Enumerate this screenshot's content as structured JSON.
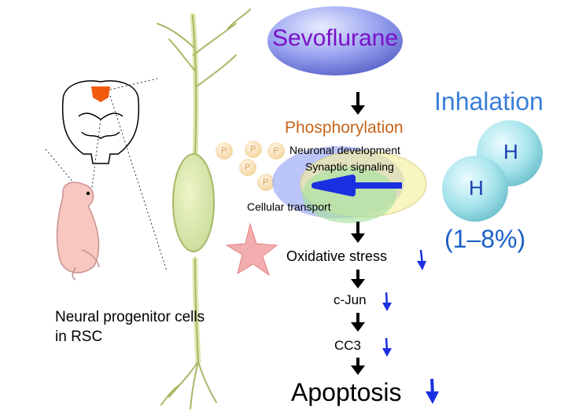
{
  "drug": "Sevoflurane",
  "process": "Phosphorylation",
  "functions": {
    "development": "Neuronal development",
    "synaptic": "Synaptic signaling",
    "transport": "Cellular transport"
  },
  "hydrogen": {
    "route": "Inhalation",
    "symbol": "H",
    "concentration": "(1–8%)"
  },
  "phospho_symbol": "P",
  "cascade": {
    "oxidative": "Oxidative stress",
    "cjun": "c-Jun",
    "cc3": "CC3",
    "apoptosis": "Apoptosis"
  },
  "cells": {
    "line1": "Neural progenitor cells",
    "line2": "in RSC"
  },
  "colors": {
    "sevoflurane_text": "#7a12c8",
    "phosphorylation_text": "#c8651c",
    "inhalation_text": "#3a7fd8",
    "down_arrow": "#1a30e0",
    "venn_blue": "#8a9af0",
    "venn_green": "#a8e0a0",
    "venn_yellow": "#f4f0a0",
    "hydrogen_sphere": "#a8e4ec",
    "brain_region": "#f05a0a"
  }
}
